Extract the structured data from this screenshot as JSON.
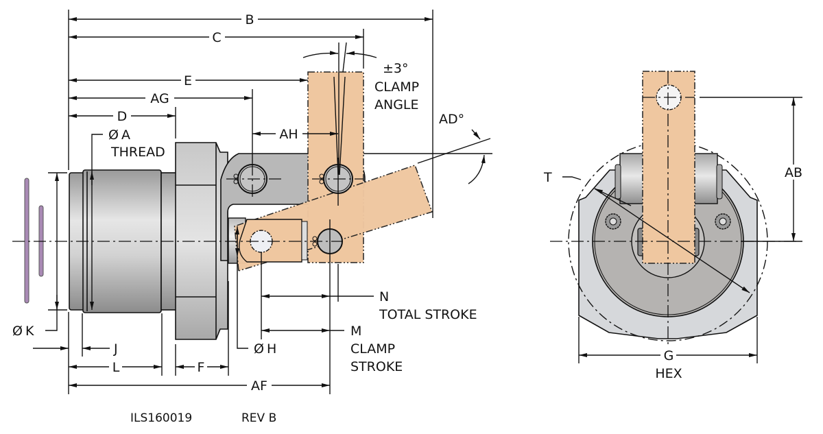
{
  "drawing": {
    "title_block": {
      "drawing_number": "ILS160019",
      "revision": "REV B"
    },
    "colors": {
      "phantom_clamp_arm": "#efc7a0",
      "body_steel": "#c9c9c9",
      "oring": "#a98ab5",
      "line": "#111111"
    },
    "side_view": {
      "dimensions": {
        "B": "B",
        "C": "C",
        "E": "E",
        "AG": "AG",
        "D": "D",
        "AH": "AH",
        "A_symbol": "Ø",
        "A": "A",
        "A_note": "THREAD",
        "K_symbol": "Ø",
        "K": "K",
        "J": "J",
        "L": "L",
        "F": "F",
        "H_symbol": "Ø",
        "H": "H",
        "AF": "AF",
        "N": "N",
        "N_note": "TOTAL STROKE",
        "M": "M",
        "M_note_1": "CLAMP",
        "M_note_2": "STROKE",
        "clamp_angle_value": "±3°",
        "clamp_angle_note_1": "CLAMP",
        "clamp_angle_note_2": "ANGLE",
        "AD": "AD°"
      }
    },
    "end_view": {
      "dimensions": {
        "T": "T",
        "AB": "AB",
        "G": "G",
        "G_note": "HEX"
      }
    }
  }
}
